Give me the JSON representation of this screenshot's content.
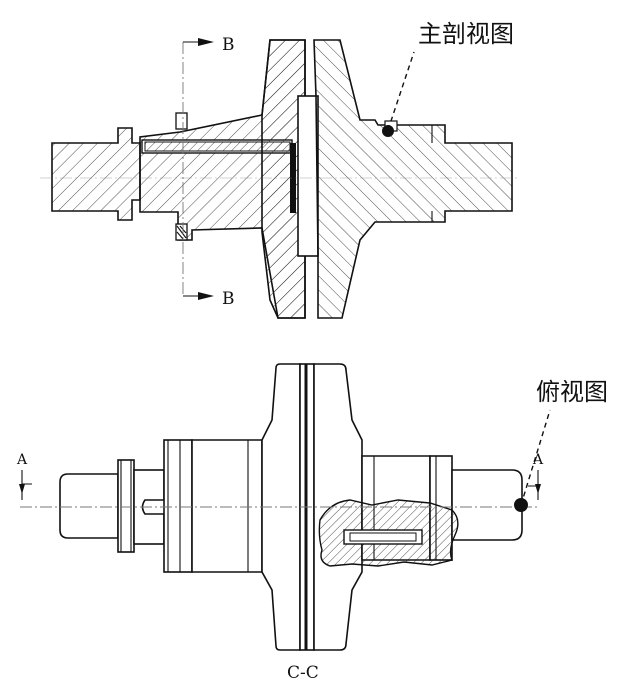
{
  "labels": {
    "main_view": "主剖视图",
    "top_view": "俯视图",
    "section_letter_b_top": "B",
    "section_letter_b_bottom": "B",
    "section_letter_a_left": "A",
    "section_letter_a_right": "A",
    "section_caption": "C-C"
  },
  "colors": {
    "line": "#111111",
    "hatch": "#222222",
    "background": "#ffffff",
    "casting_fill": "#cfcfcf"
  }
}
